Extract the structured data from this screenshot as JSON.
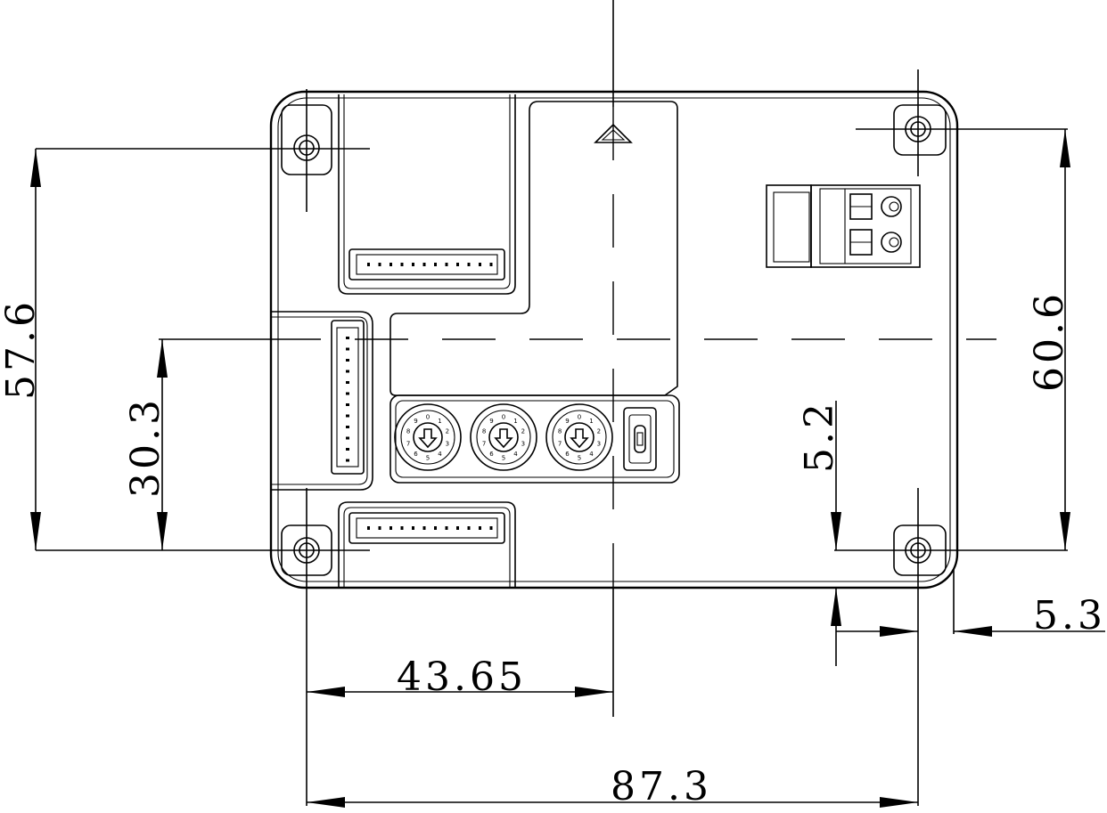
{
  "dimensions": {
    "height_total": "57.6",
    "height_mid": "30.3",
    "width_half": "43.65",
    "width_total": "87.3",
    "height_right": "60.6",
    "offset_v": "5.2",
    "offset_h": "5.3"
  },
  "dial_digits": [
    "0",
    "1",
    "2",
    "3",
    "4",
    "5",
    "6",
    "7",
    "8",
    "9"
  ]
}
